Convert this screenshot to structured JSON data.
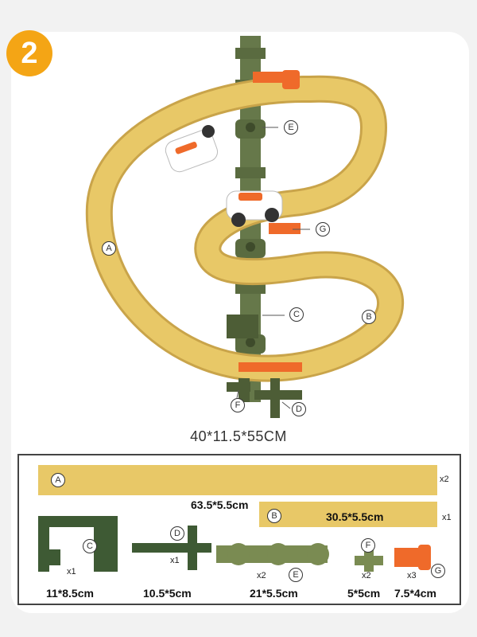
{
  "step": {
    "number": "2"
  },
  "assembly": {
    "labels": {
      "A": "A",
      "B": "B",
      "C": "C",
      "D": "D",
      "E": "E",
      "F": "F",
      "G": "G"
    },
    "dimensions": "40*11.5*55CM"
  },
  "parts": {
    "track_a": {
      "letter": "A",
      "size": "63.5*5.5cm",
      "qty": "x2"
    },
    "track_b": {
      "letter": "B",
      "size": "30.5*5.5cm",
      "qty": "x1"
    },
    "part_c": {
      "letter": "C",
      "size": "11*8.5cm",
      "qty": "x1"
    },
    "part_d": {
      "letter": "D",
      "size": "10.5*5cm",
      "qty": "x1"
    },
    "part_e": {
      "letter": "E",
      "size": "21*5.5cm",
      "qty": "x2"
    },
    "part_f": {
      "letter": "F",
      "size": "5*5cm",
      "qty": "x2"
    },
    "part_g": {
      "letter": "G",
      "size": "7.5*4cm",
      "qty": "x3"
    }
  },
  "colors": {
    "track": "#e8c867",
    "track_edge": "#c9a44a",
    "post": "#66784a",
    "post_dark": "#4d5d36",
    "clip": "#ef6a2a",
    "badge": "#f4a515"
  }
}
